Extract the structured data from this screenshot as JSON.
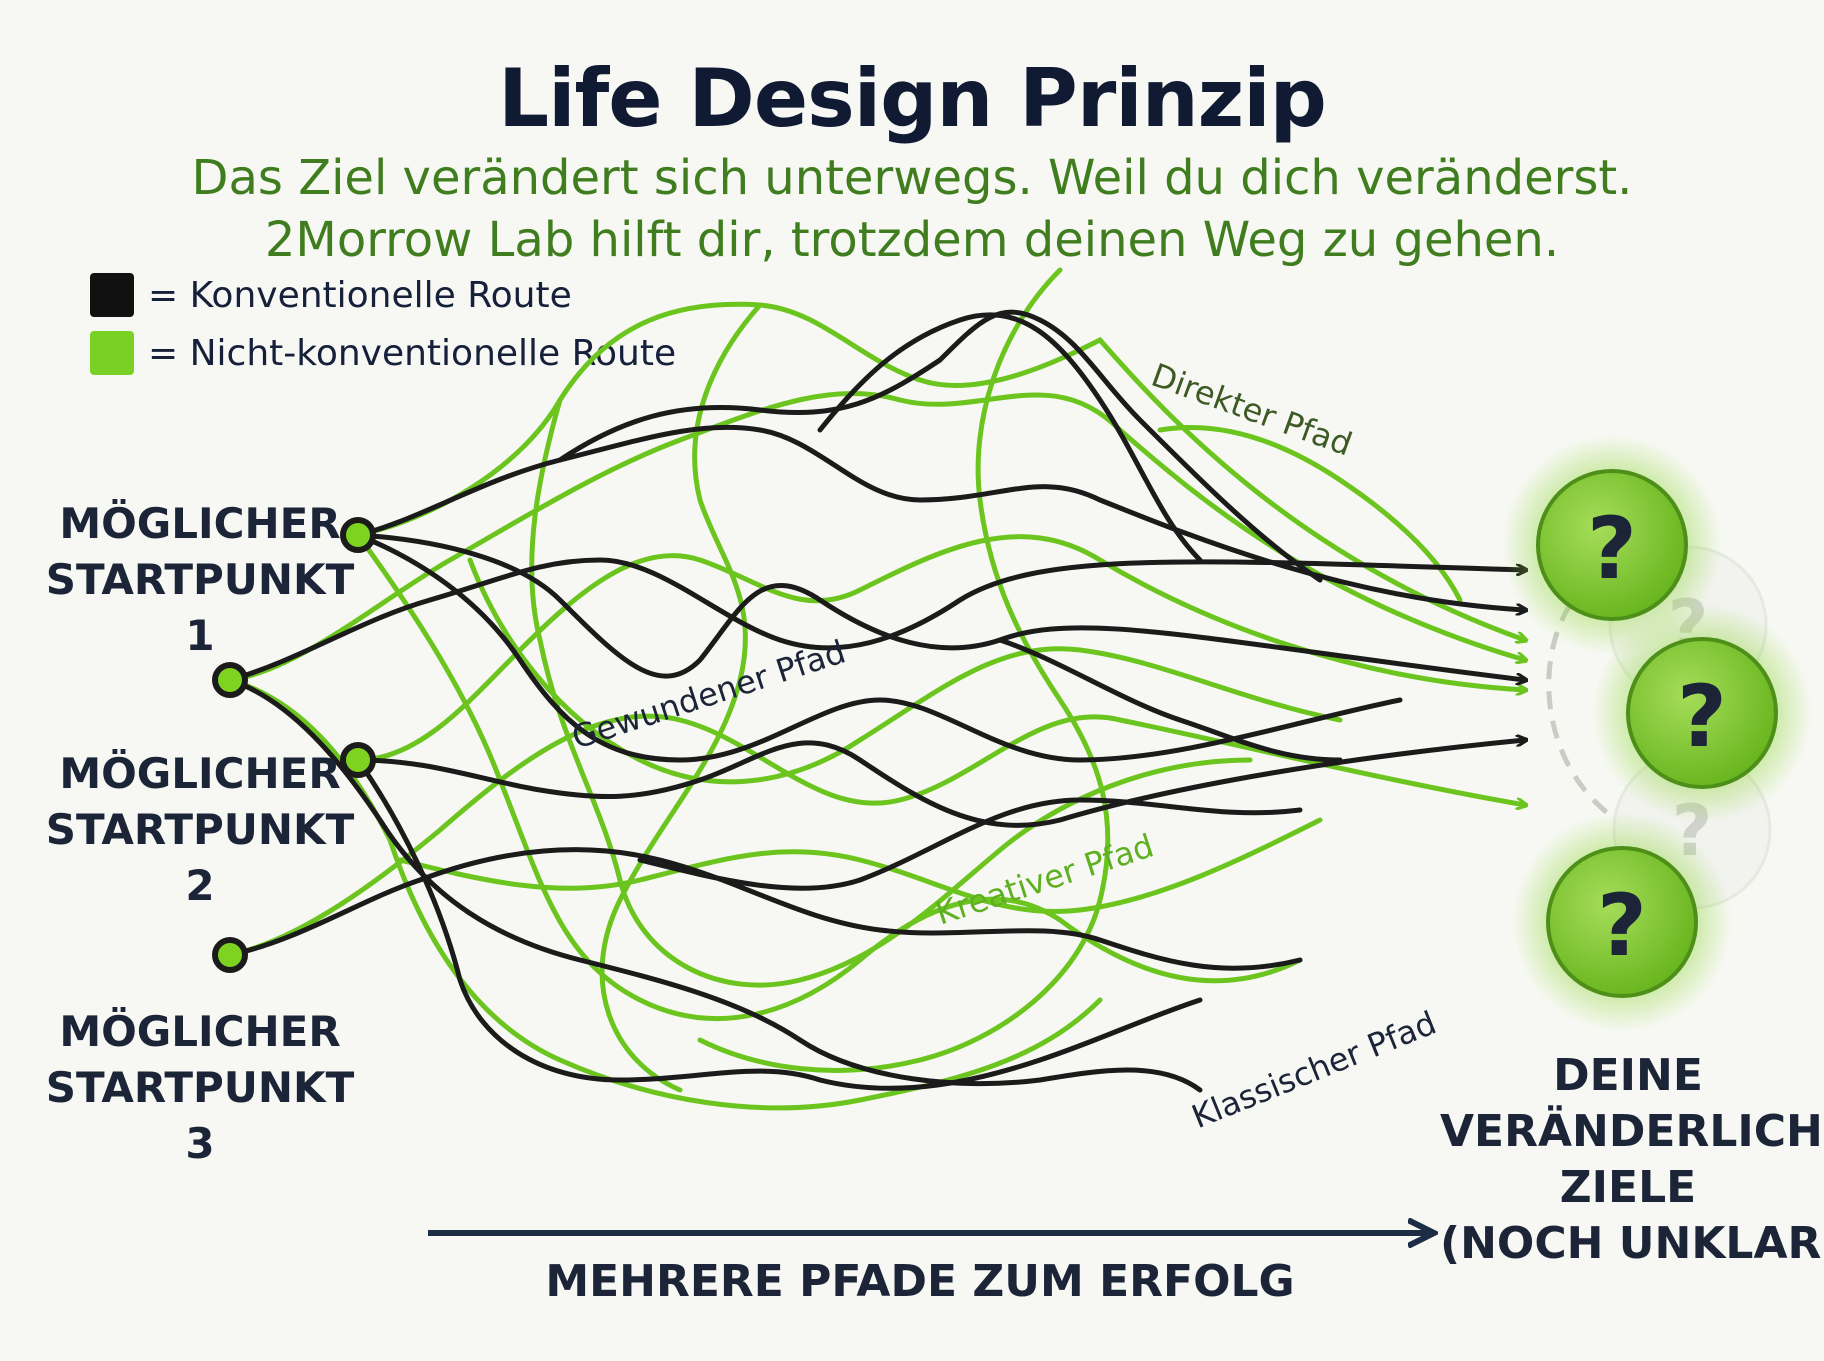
{
  "title": "Life Design Prinzip",
  "subtitle_line1": "Das Ziel verändert sich unterwegs. Weil du dich veränderst.",
  "subtitle_line2": "2Morrow Lab hilft dir, trotzdem deinen Weg zu gehen.",
  "legend": {
    "conventional": {
      "label": "= Konventionelle Route",
      "color": "#111111"
    },
    "unconventional": {
      "label": "= Nicht-konventionelle Route",
      "color": "#7ed321"
    }
  },
  "start_points": [
    {
      "line1": "MÖGLICHER",
      "line2": "STARTPUNKT 1"
    },
    {
      "line1": "MÖGLICHER",
      "line2": "STARTPUNKT 2"
    },
    {
      "line1": "MÖGLICHER",
      "line2": "STARTPUNKT 3"
    }
  ],
  "path_labels": {
    "direct": "Direkter Pfad",
    "winding": "Gewundener Pfad",
    "creative": "Kreativer Pfad",
    "classic": "Klassischer Pfad"
  },
  "goal_symbol": "?",
  "goal_label": [
    "DEINE",
    "VERÄNDERLICHEN",
    "ZIELE",
    "(NOCH UNKLAR)"
  ],
  "axis_label": "MEHRERE PFADE ZUM ERFOLG",
  "colors": {
    "conventional": "#1b1b1b",
    "unconventional": "#6cc51f",
    "title": "#111a33",
    "subtitle": "#3f7d1f",
    "goal_fill": "#7cc62e"
  }
}
